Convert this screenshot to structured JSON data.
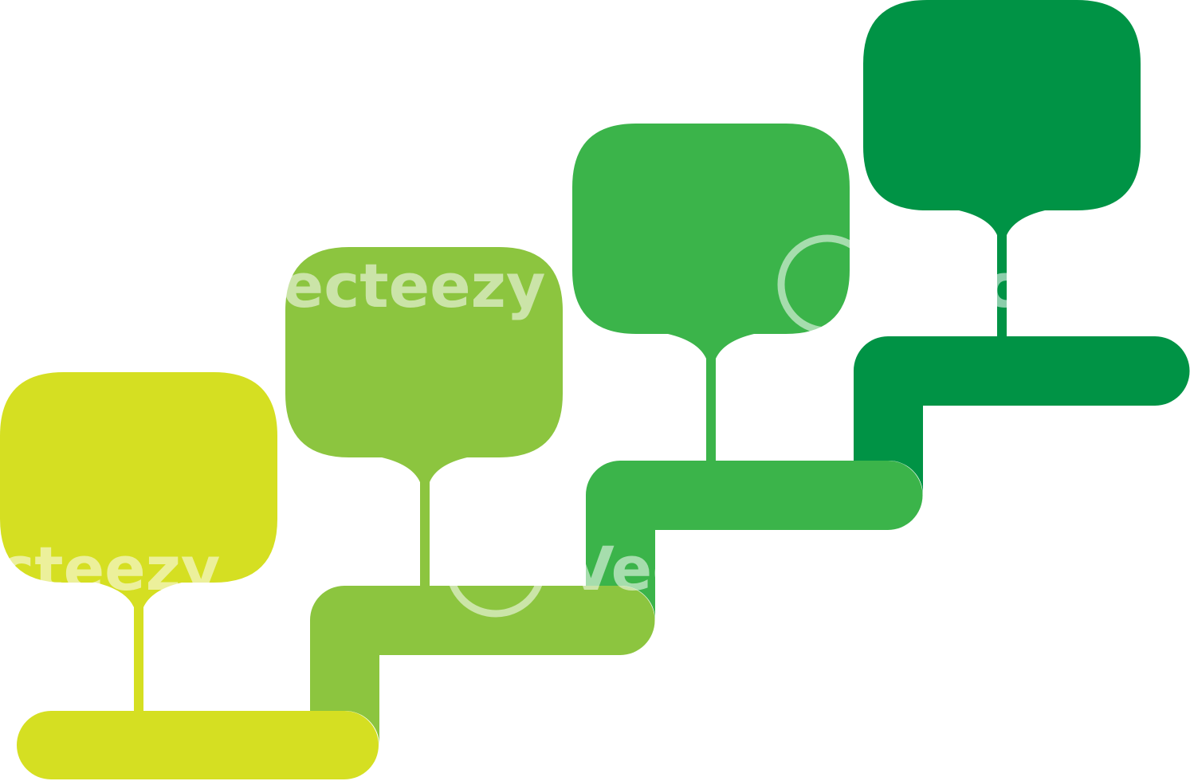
{
  "infographic": {
    "steps": [
      {
        "id": "step-1",
        "color": "#d5df22"
      },
      {
        "id": "step-2",
        "color": "#8cc53f"
      },
      {
        "id": "step-3",
        "color": "#3bb44a"
      },
      {
        "id": "step-4",
        "color": "#009345"
      }
    ]
  },
  "watermark": {
    "text": "Vecteezy"
  }
}
